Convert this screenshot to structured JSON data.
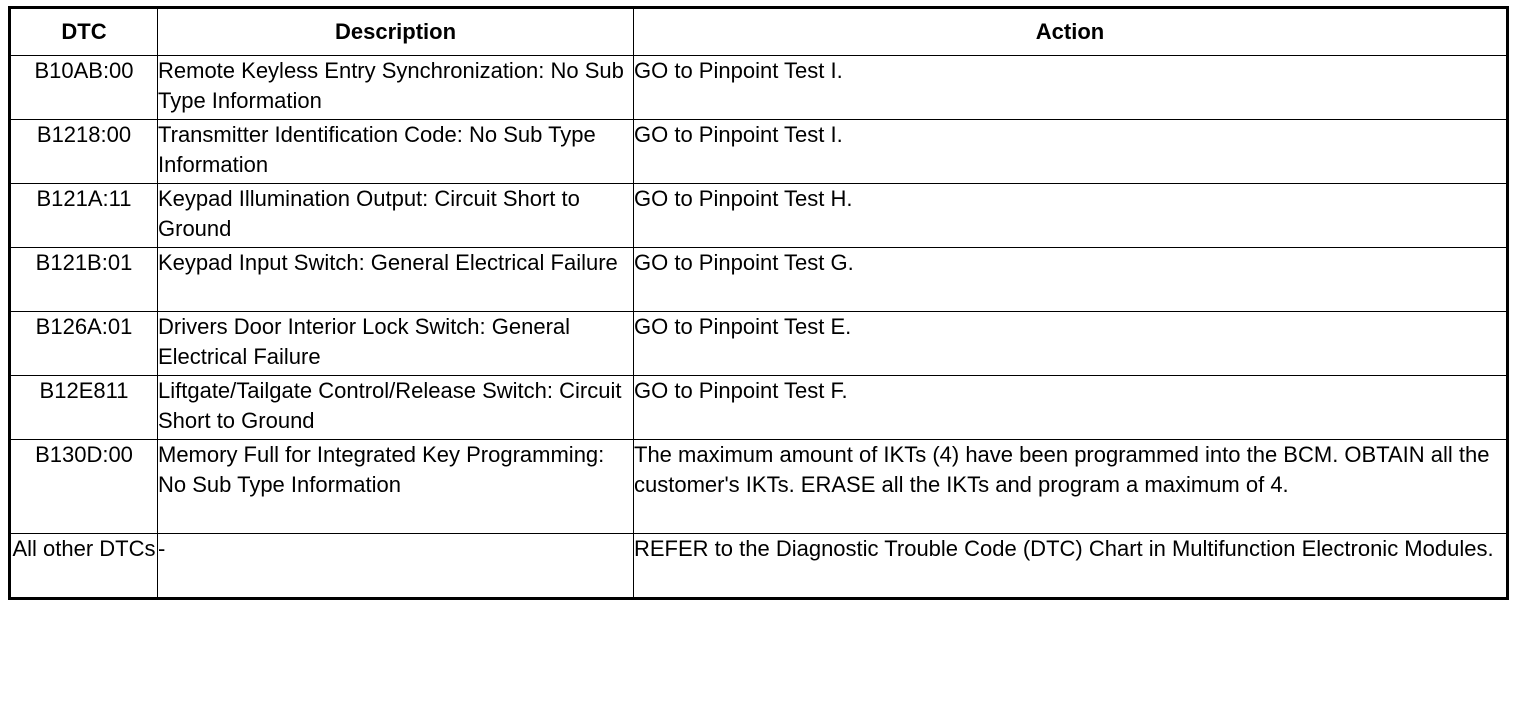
{
  "table": {
    "headers": {
      "dtc": "DTC",
      "description": "Description",
      "action": "Action"
    },
    "rows": [
      {
        "dtc": "B10AB:00",
        "description": "Remote Keyless Entry Synchronization: No Sub Type Information",
        "action": "GO to Pinpoint Test I."
      },
      {
        "dtc": "B1218:00",
        "description": "Transmitter Identification Code: No Sub Type Information",
        "action": "GO to Pinpoint Test I."
      },
      {
        "dtc": "B121A:11",
        "description": "Keypad Illumination Output: Circuit Short to Ground",
        "action": "GO to Pinpoint Test H."
      },
      {
        "dtc": "B121B:01",
        "description": "Keypad Input Switch: General Electrical Failure",
        "action": "GO to Pinpoint Test G."
      },
      {
        "dtc": "B126A:01",
        "description": "Drivers Door Interior Lock Switch: General Electrical Failure",
        "action": "GO to Pinpoint Test E."
      },
      {
        "dtc": "B12E811",
        "description": "Liftgate/Tailgate Control/Release Switch: Circuit Short to Ground",
        "action": "GO to Pinpoint Test F."
      },
      {
        "dtc": "B130D:00",
        "description": "Memory Full for Integrated Key Programming: No Sub Type Information",
        "action": "The maximum amount of IKTs (4) have been programmed into the BCM. OBTAIN all the customer's IKTs. ERASE all the IKTs and program a maximum of 4."
      },
      {
        "dtc": "All other DTCs",
        "description": "-",
        "action": "REFER to the Diagnostic Trouble Code (DTC) Chart in Multifunction Electronic Modules."
      }
    ]
  }
}
